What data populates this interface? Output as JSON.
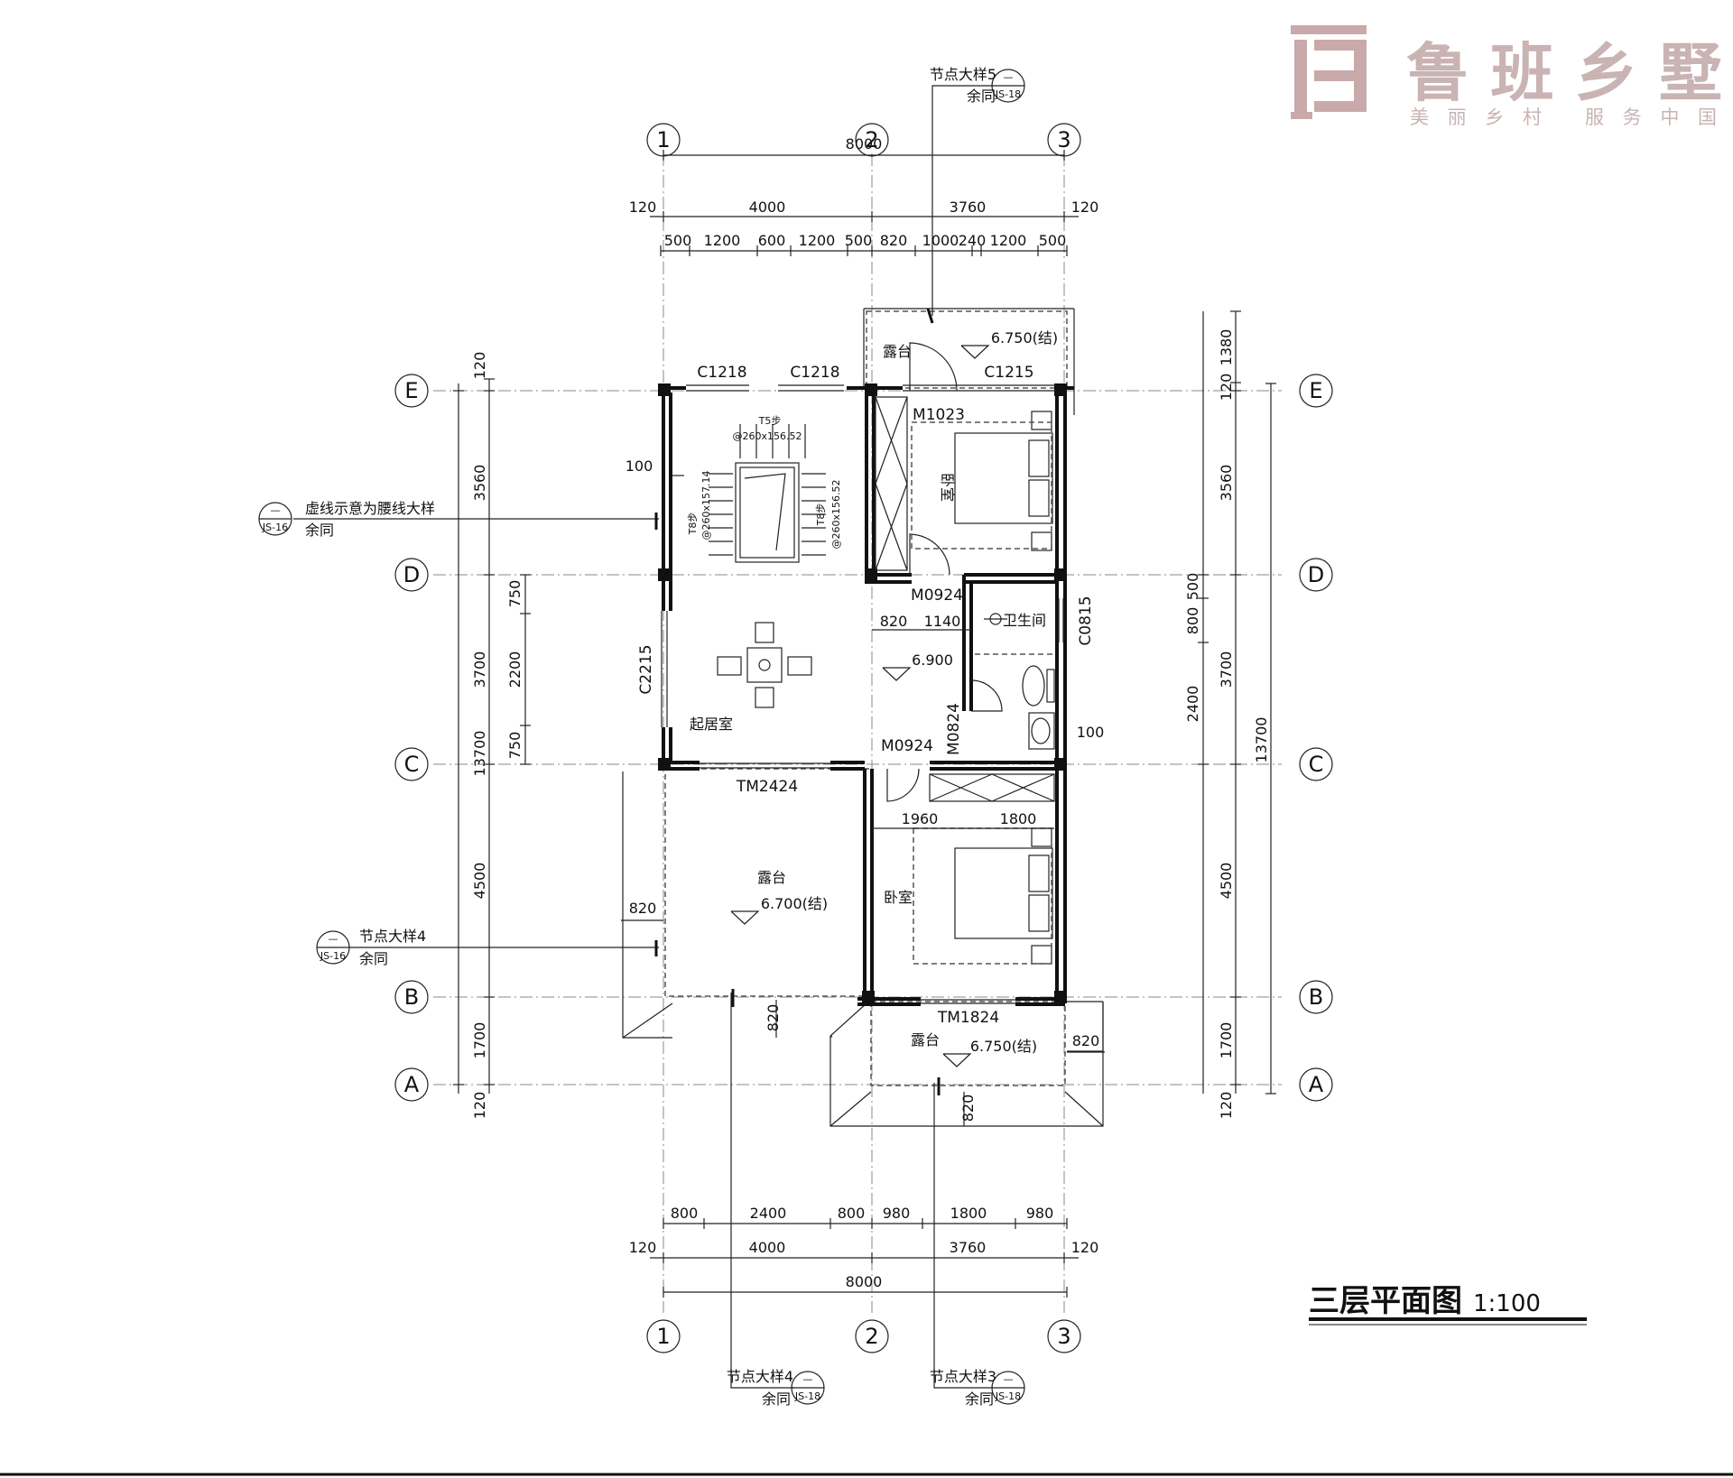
{
  "logo": {
    "brand": "鲁班乡墅",
    "slogan": "美丽乡村 服务中国",
    "colors": {
      "brand": "#c9b3b3"
    }
  },
  "title": {
    "main": "三层平面图",
    "scale": "1:100"
  },
  "axes": {
    "numbers": [
      "1",
      "2",
      "3"
    ],
    "letters": [
      "E",
      "D",
      "C",
      "B",
      "A"
    ]
  },
  "dims": {
    "top_total": "8000",
    "top_mid": [
      "120",
      "4000",
      "3760",
      "120"
    ],
    "top_detail": [
      "500",
      "1200",
      "600",
      "1200",
      "500",
      "820",
      "1000",
      "240",
      "1200",
      "500"
    ],
    "bottom_detail": [
      "800",
      "2400",
      "800",
      "980",
      "1800",
      "980"
    ],
    "bottom_mid": [
      "120",
      "4000",
      "3760",
      "120"
    ],
    "bottom_total": "8000",
    "left_total": "13700",
    "left_segments": [
      "120",
      "3560",
      "3700",
      "4500",
      "1700",
      "120"
    ],
    "left_inner": [
      "750",
      "2200",
      "750"
    ],
    "right_total": "13700",
    "right_segments": [
      "1380",
      "120",
      "3560",
      "3700",
      "4500",
      "1700",
      "120"
    ],
    "right_inner": [
      "500",
      "800",
      "2400"
    ],
    "misc": [
      "100",
      "820",
      "1140",
      "100",
      "1960",
      "1800",
      "820",
      "820",
      "820",
      "820"
    ]
  },
  "windows": [
    "C1218",
    "C1218",
    "C1215",
    "C2215",
    "C0815"
  ],
  "doors": [
    "M1023",
    "M0924",
    "M0924",
    "M0824",
    "TM2424",
    "TM1824"
  ],
  "rooms": {
    "terrace_ne": "露台",
    "bedroom_n": "卧室",
    "bath": "卫生间",
    "living": "起居室",
    "terrace_sw": "露台",
    "bedroom_s": "卧室",
    "terrace_se": "露台"
  },
  "levels": [
    "6.750(结)",
    "6.900",
    "6.700(结)",
    "6.750(结)"
  ],
  "stairs": {
    "label1": "T5步",
    "size1": "@260x156.52",
    "label2": "T8步",
    "size2": "@260x156.52",
    "label3": "T8步",
    "size3": "@260x157.14"
  },
  "callouts": [
    {
      "title": "节点大样5",
      "sub": "余同",
      "ref": "JS-18"
    },
    {
      "title": "虚线示意为腰线大样",
      "sub": "余同",
      "ref": "JS-16"
    },
    {
      "title": "节点大样4",
      "sub": "余同",
      "ref": "JS-16"
    },
    {
      "title": "节点大样4",
      "sub": "余同",
      "ref": "JS-18"
    },
    {
      "title": "节点大样3",
      "sub": "余同",
      "ref": "JS-18"
    }
  ],
  "callout_dash": "—"
}
